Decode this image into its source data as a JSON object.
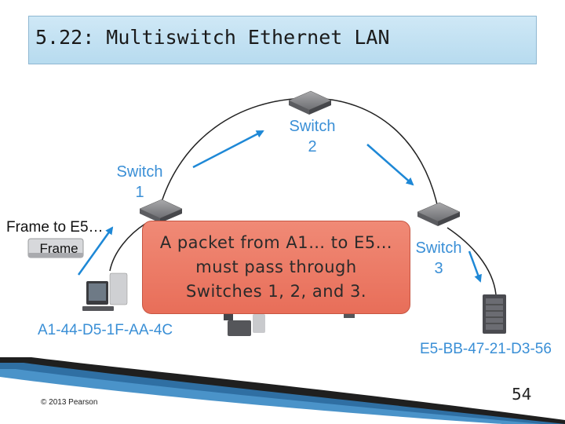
{
  "slide": {
    "title": "5.22: Multiswitch Ethernet LAN",
    "page_number": "54",
    "copyright": "© 2013 Pearson"
  },
  "diagram": {
    "switches": [
      {
        "id": "switch-1",
        "label_line1": "Switch",
        "label_line2": "1"
      },
      {
        "id": "switch-2",
        "label_line1": "Switch",
        "label_line2": "2"
      },
      {
        "id": "switch-3",
        "label_line1": "Switch",
        "label_line2": "3"
      }
    ],
    "frame_label": "Frame to E5…",
    "frame_tag": "Frame",
    "source_address": "A1-44-D5-1F-AA-4C",
    "destination_address": "E5-BB-47-21-D3-56",
    "callout": "A packet from A1… to E5… must pass through Switches 1, 2, and 3."
  },
  "colors": {
    "label_blue": "#3a8fd6",
    "arrow_blue": "#1e88d6",
    "callout_fill": "#ec7b66",
    "title_fill": "#c4e2f3"
  }
}
